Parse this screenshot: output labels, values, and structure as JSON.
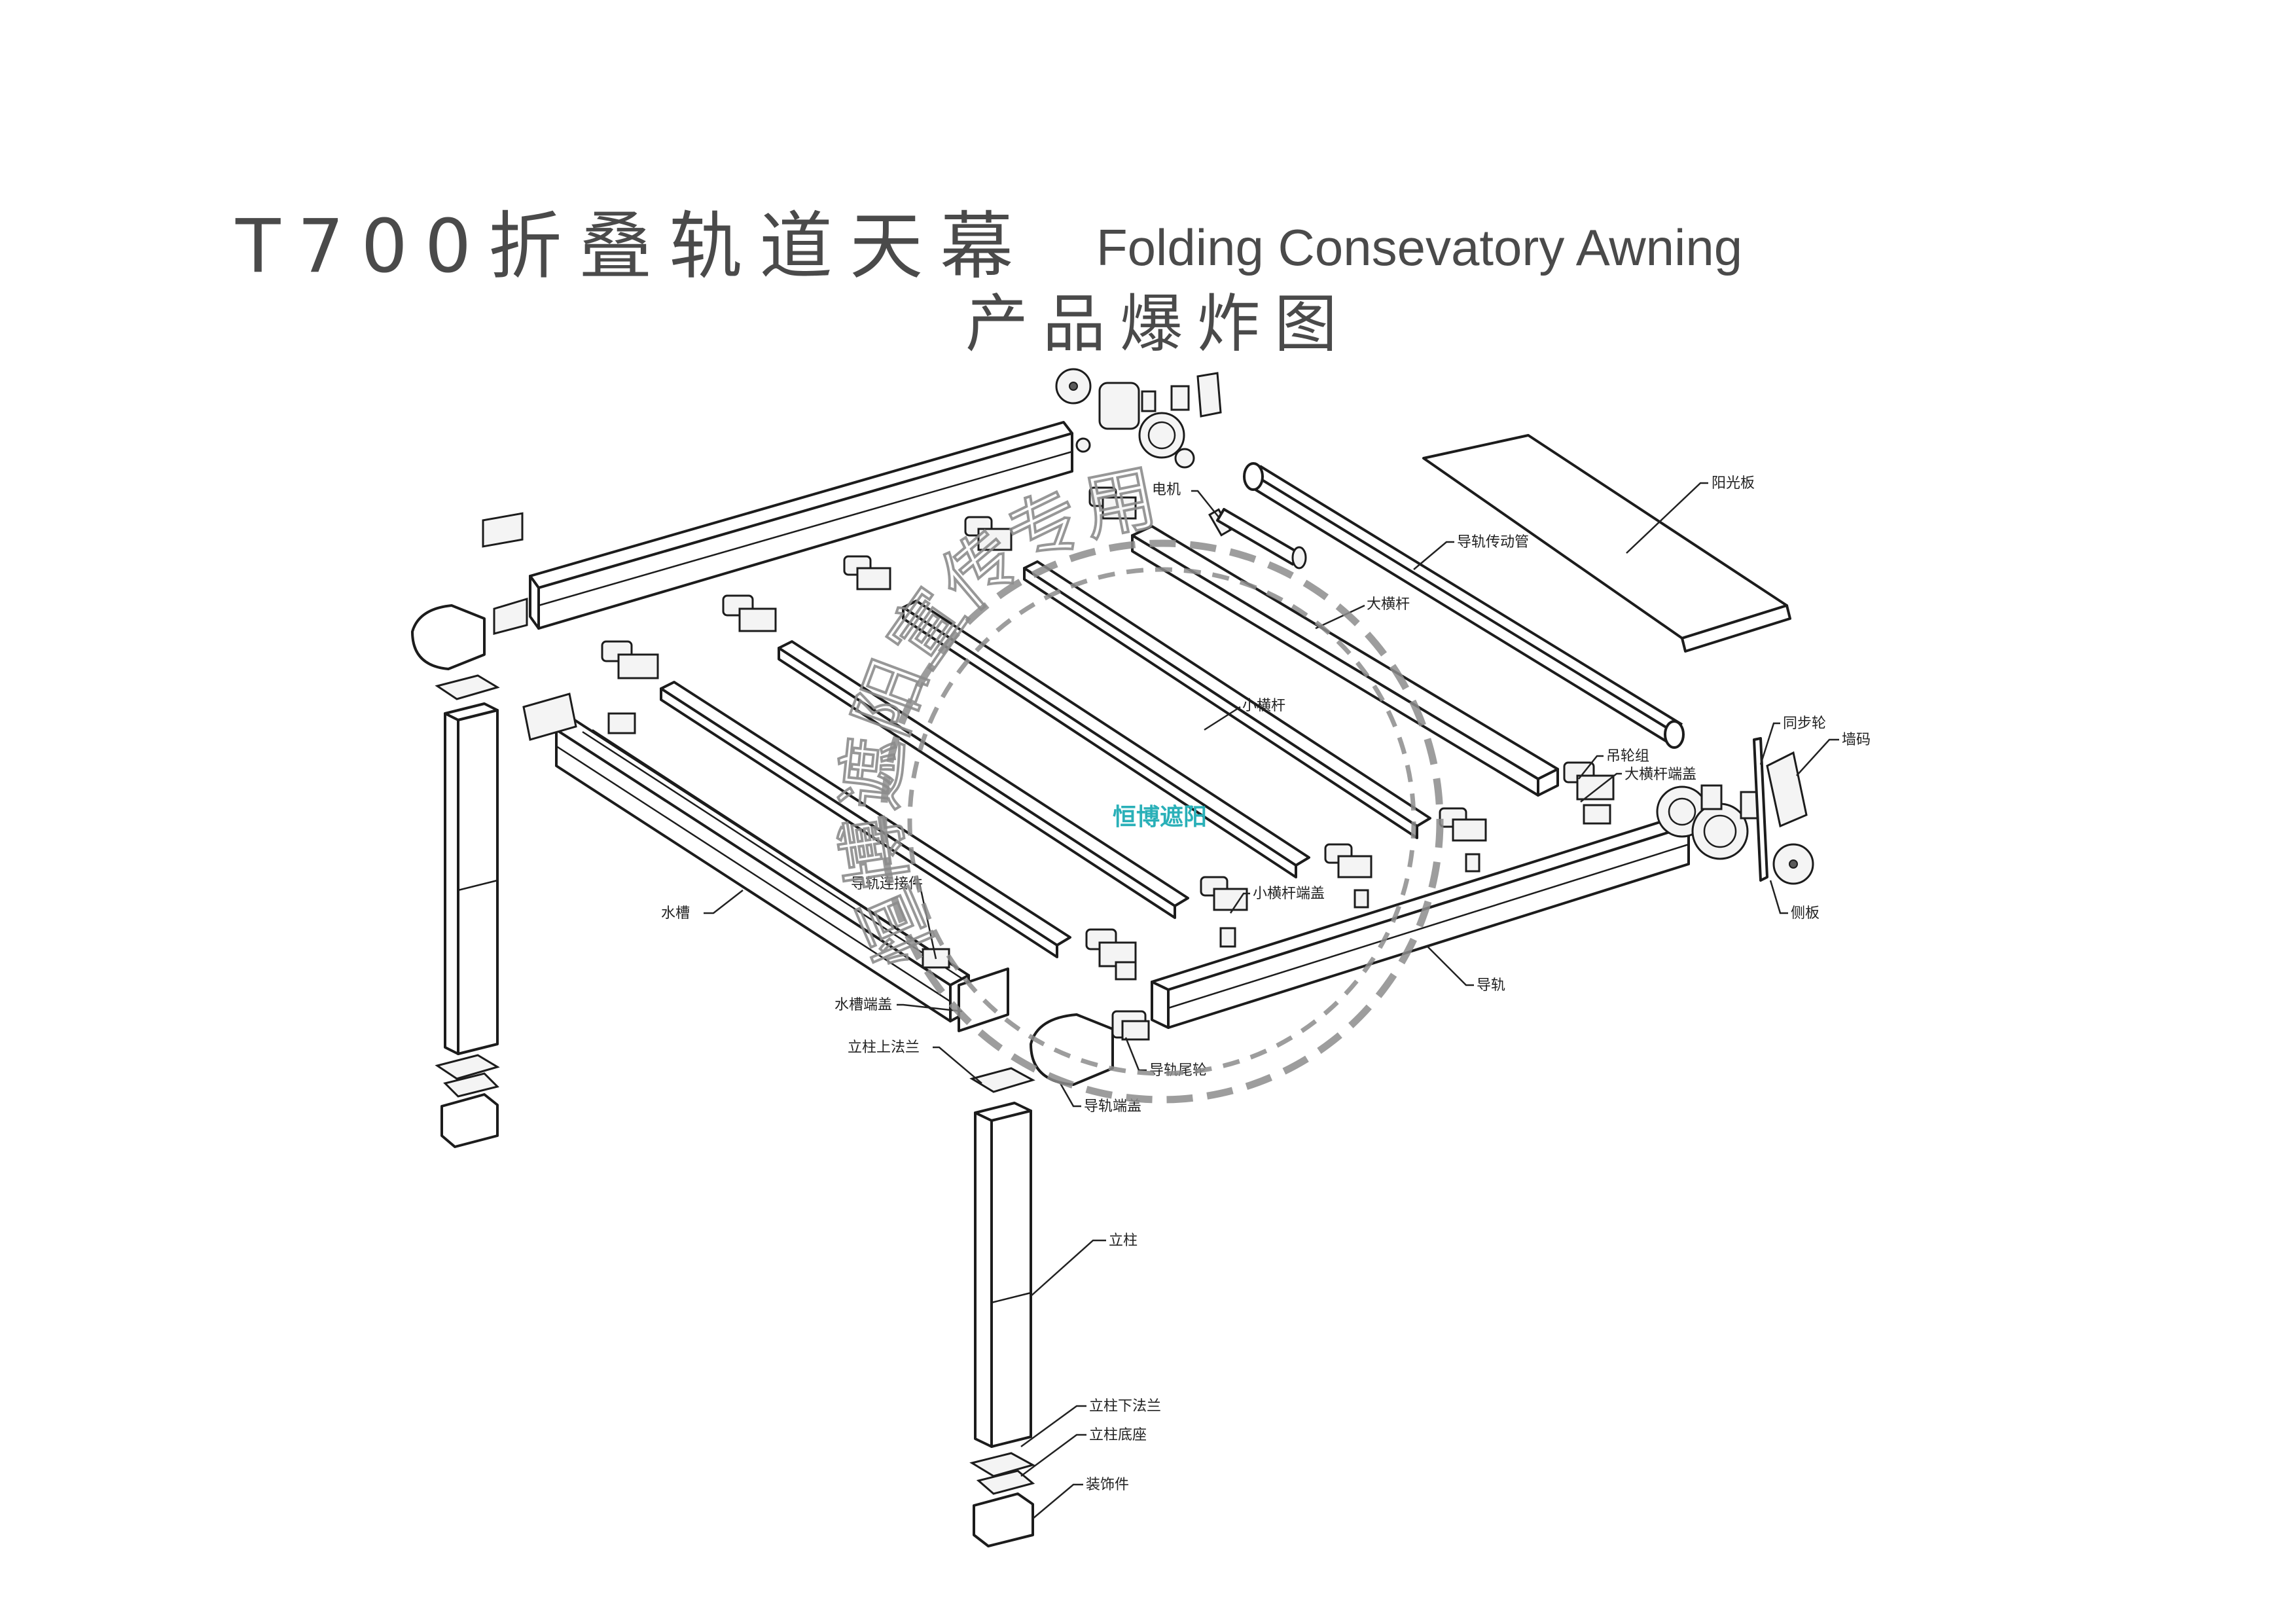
{
  "title": {
    "model_cn": "T700折叠轨道天幕",
    "english": "Folding Consevatory Awning",
    "subtitle": "产品爆炸图"
  },
  "labels": {
    "sunshade_panel": "阳光板",
    "motor": "电机",
    "rail_drive_tube": "导轨传动管",
    "large_crossbar": "大横杆",
    "small_crossbar": "小横杆",
    "sync_wheel": "同步轮",
    "wall_bracket": "墙码",
    "pulley_group": "吊轮组",
    "large_crossbar_endcap": "大横杆端盖",
    "side_plate": "侧板",
    "small_crossbar_endcap": "小横杆端盖",
    "rail_connector": "导轨连接件",
    "gutter": "水槽",
    "gutter_endcap": "水槽端盖",
    "post_upper_flange": "立柱上法兰",
    "rail": "导轨",
    "rail_tail_wheel": "导轨尾轮",
    "rail_endcap": "导轨端盖",
    "post": "立柱",
    "post_lower_flange": "立柱下法兰",
    "post_base": "立柱底座",
    "decorative_cover": "装饰件"
  },
  "stamp": {
    "ring_text": "恒博遮阳宣传专用",
    "center_text": "恒博遮阳"
  },
  "colors": {
    "title": "#4a4a4a",
    "line": "#1c1c1c",
    "stamp": "#8c8c8c",
    "stamp_center": "#2ab0b8"
  }
}
